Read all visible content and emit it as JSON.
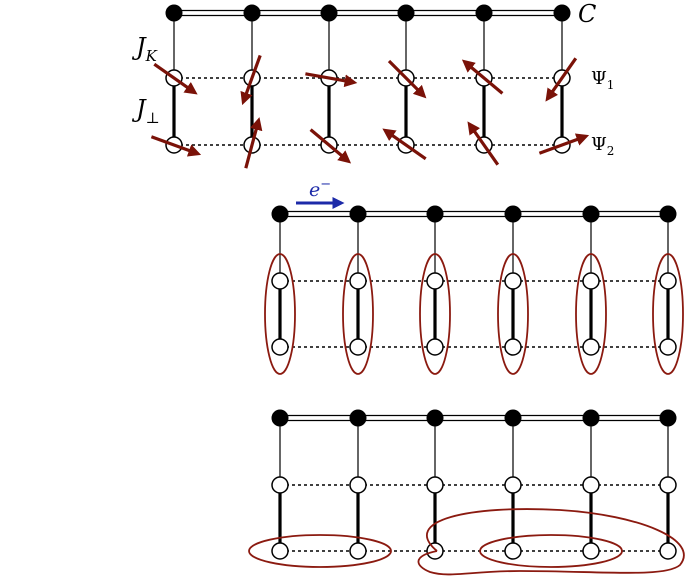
{
  "panel_a": {
    "labels": {
      "chain": "C",
      "kondo": "J",
      "kondo_sub": "K",
      "perp": "J",
      "perp_sub": "⊥",
      "psi1": "Ψ",
      "psi1_sub": "1",
      "psi2": "Ψ",
      "psi2_sub": "2"
    },
    "spins_psi1_deg": [
      35,
      110,
      10,
      45,
      220,
      125
    ],
    "spins_psi2_deg": [
      20,
      285,
      40,
      215,
      235,
      340
    ]
  },
  "panel_b": {
    "electron_label": "e",
    "electron_sup": "−"
  },
  "colors": {
    "spin_arrow": "#7a1208",
    "singlet_loop": "#8b1a10",
    "electron_arrow": "#1c2aa8",
    "site_filled": "#000000",
    "site_open": "#ffffff"
  }
}
